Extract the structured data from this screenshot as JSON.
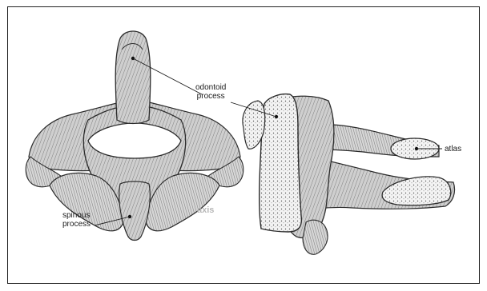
{
  "diagram": {
    "labels": {
      "odontoid": [
        "odontoid",
        "process"
      ],
      "atlas": "atlas",
      "spinous": [
        "spinous",
        "process"
      ],
      "axis": "axis"
    },
    "colors": {
      "ink": "#2b2b2b",
      "bone_fill": "#c9c9c9",
      "bone_light": "#e4e4e4",
      "section_fill": "#f2f2f2",
      "watermark": "#b8b8b8"
    }
  }
}
